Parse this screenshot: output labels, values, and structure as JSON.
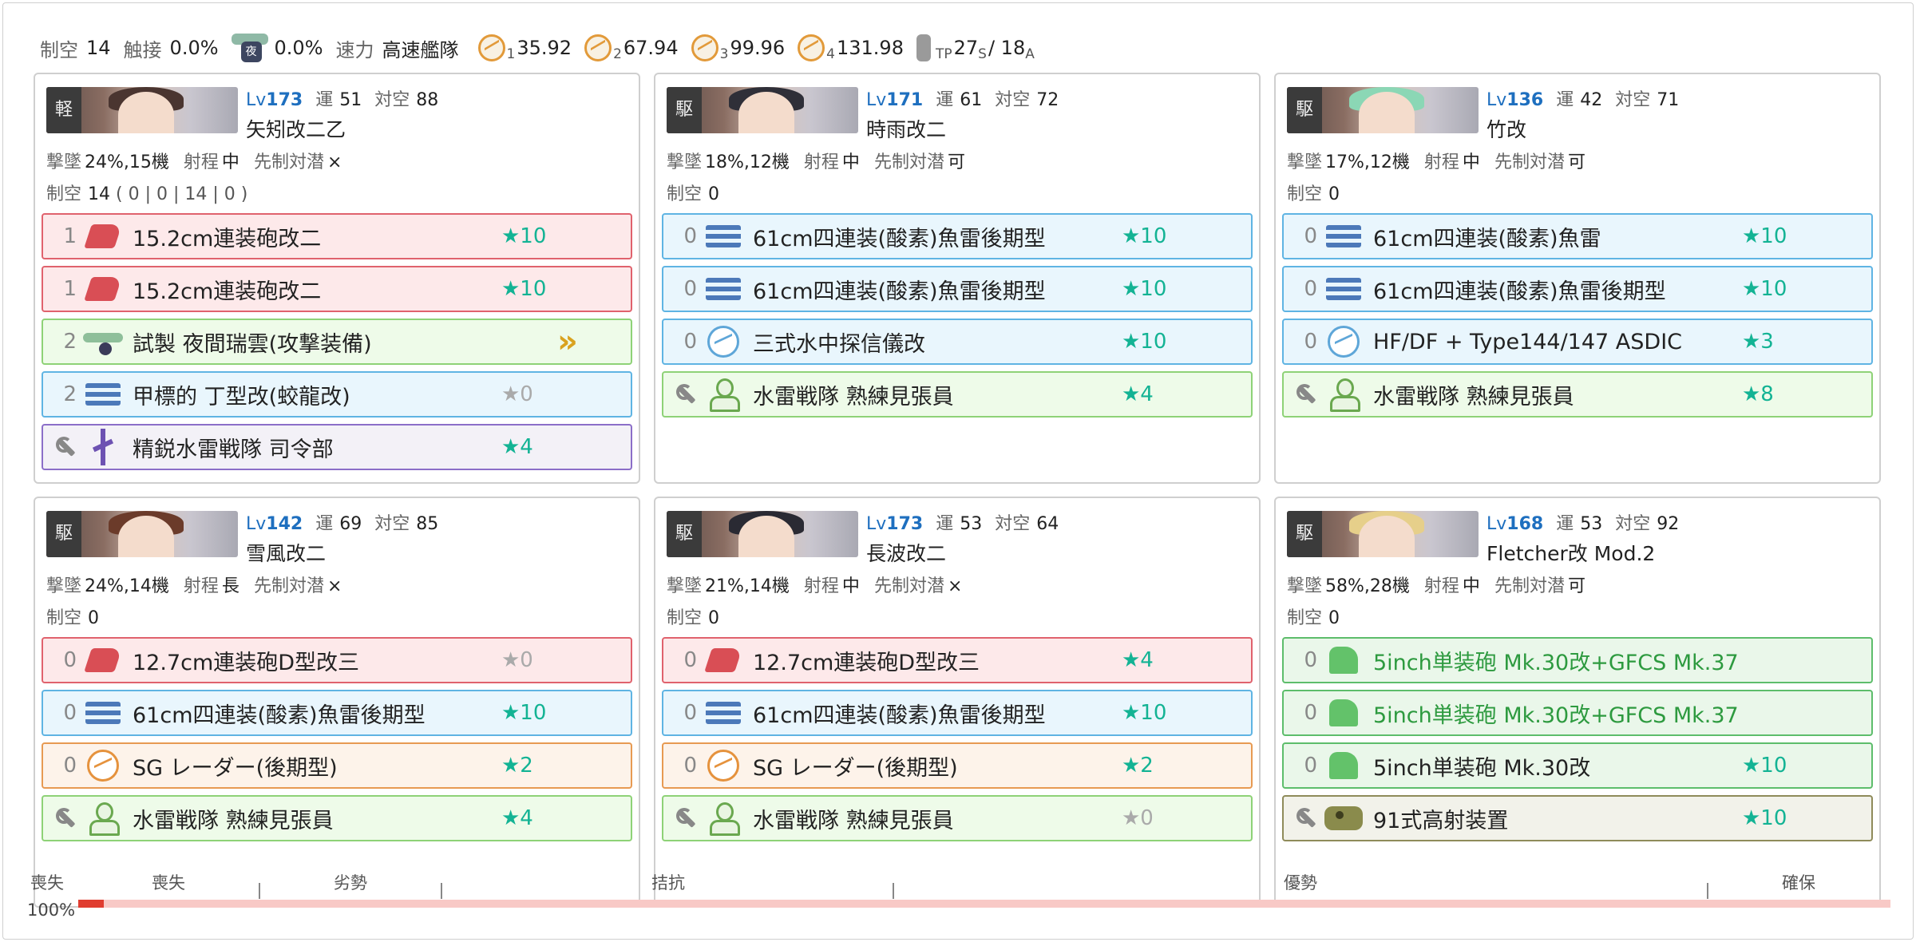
{
  "fleet": {
    "air_label": "制空",
    "air_value": "14",
    "contact_label": "触接",
    "contact_value": "0.0%",
    "recon_icon": "night-recon-plane-icon",
    "recon_value": "0.0%",
    "speed_label": "速力",
    "speed_value": "高速艦隊",
    "los": [
      {
        "sub": "1",
        "value": "35.92"
      },
      {
        "sub": "2",
        "value": "67.94"
      },
      {
        "sub": "3",
        "value": "99.96"
      },
      {
        "sub": "4",
        "value": "131.98"
      }
    ],
    "tp_prefix": "TP",
    "tp_s": "27",
    "tp_s_sub": "S",
    "tp_sep": "/ 18",
    "tp_a_sub": "A"
  },
  "ships": [
    {
      "lv_label": "Lv",
      "lv": "173",
      "luck_label": "運",
      "luck": "51",
      "aa_label": "対空",
      "aa": "88",
      "name": "矢矧改二乙",
      "rim": "軽",
      "shoot_label": "撃墜",
      "shoot": "24%,15機",
      "range_label": "射程",
      "range": "中",
      "asw_label": "先制対潜",
      "asw": "×",
      "air_label": "制空",
      "air": "14",
      "air_detail": "( 0 | 0 | 14 | 0 )",
      "equip": [
        {
          "cnt": "1",
          "icon": "main-gun-red",
          "name": "15.2cm連装砲改二",
          "star": "★10",
          "on": true,
          "color": "red"
        },
        {
          "cnt": "1",
          "icon": "main-gun-red",
          "name": "15.2cm連装砲改二",
          "star": "★10",
          "on": true,
          "color": "red"
        },
        {
          "cnt": "2",
          "icon": "seaplane-bomber",
          "name": "試製 夜間瑞雲(攻撃装備)",
          "star": "",
          "prof": "»",
          "color": "green"
        },
        {
          "cnt": "2",
          "icon": "torpedo",
          "name": "甲標的 丁型改(蛟龍改)",
          "star": "★0",
          "on": false,
          "color": "blue"
        },
        {
          "cnt": "",
          "icon": "fleet-command",
          "name": "精鋭水雷戦隊 司令部",
          "star": "★4",
          "on": true,
          "color": "purple"
        }
      ]
    },
    {
      "lv_label": "Lv",
      "lv": "171",
      "luck_label": "運",
      "luck": "61",
      "aa_label": "対空",
      "aa": "72",
      "name": "時雨改二",
      "rim": "駆",
      "shoot_label": "撃墜",
      "shoot": "18%,12機",
      "range_label": "射程",
      "range": "中",
      "asw_label": "先制対潜",
      "asw": "可",
      "air_label": "制空",
      "air": "0",
      "air_detail": "",
      "equip": [
        {
          "cnt": "0",
          "icon": "torpedo",
          "name": "61cm四連装(酸素)魚雷後期型",
          "star": "★10",
          "on": true,
          "color": "blue"
        },
        {
          "cnt": "0",
          "icon": "torpedo",
          "name": "61cm四連装(酸素)魚雷後期型",
          "star": "★10",
          "on": true,
          "color": "blue"
        },
        {
          "cnt": "0",
          "icon": "sonar",
          "name": "三式水中探信儀改",
          "star": "★10",
          "on": true,
          "color": "blue"
        },
        {
          "cnt": "",
          "icon": "lookout",
          "name": "水雷戦隊 熟練見張員",
          "star": "★4",
          "on": true,
          "color": "green"
        }
      ]
    },
    {
      "lv_label": "Lv",
      "lv": "136",
      "luck_label": "運",
      "luck": "42",
      "aa_label": "対空",
      "aa": "71",
      "name": "竹改",
      "rim": "駆",
      "shoot_label": "撃墜",
      "shoot": "17%,12機",
      "range_label": "射程",
      "range": "中",
      "asw_label": "先制対潜",
      "asw": "可",
      "air_label": "制空",
      "air": "0",
      "air_detail": "",
      "equip": [
        {
          "cnt": "0",
          "icon": "torpedo",
          "name": "61cm四連装(酸素)魚雷",
          "star": "★10",
          "on": true,
          "color": "blue"
        },
        {
          "cnt": "0",
          "icon": "torpedo",
          "name": "61cm四連装(酸素)魚雷後期型",
          "star": "★10",
          "on": true,
          "color": "blue"
        },
        {
          "cnt": "0",
          "icon": "sonar",
          "name": "HF/DF + Type144/147 ASDIC",
          "star": "★3",
          "on": true,
          "color": "blue"
        },
        {
          "cnt": "",
          "icon": "lookout",
          "name": "水雷戦隊 熟練見張員",
          "star": "★8",
          "on": true,
          "color": "green"
        }
      ]
    },
    {
      "lv_label": "Lv",
      "lv": "142",
      "luck_label": "運",
      "luck": "69",
      "aa_label": "対空",
      "aa": "85",
      "name": "雪風改二",
      "rim": "駆",
      "shoot_label": "撃墜",
      "shoot": "24%,14機",
      "range_label": "射程",
      "range": "長",
      "asw_label": "先制対潜",
      "asw": "×",
      "air_label": "制空",
      "air": "0",
      "air_detail": "",
      "equip": [
        {
          "cnt": "0",
          "icon": "main-gun-red",
          "name": "12.7cm連装砲D型改三",
          "star": "★0",
          "on": false,
          "color": "red"
        },
        {
          "cnt": "0",
          "icon": "torpedo",
          "name": "61cm四連装(酸素)魚雷後期型",
          "star": "★10",
          "on": true,
          "color": "blue"
        },
        {
          "cnt": "0",
          "icon": "radar",
          "name": "SG レーダー(後期型)",
          "star": "★2",
          "on": true,
          "color": "orange"
        },
        {
          "cnt": "",
          "icon": "lookout",
          "name": "水雷戦隊 熟練見張員",
          "star": "★4",
          "on": true,
          "color": "green"
        }
      ]
    },
    {
      "lv_label": "Lv",
      "lv": "173",
      "luck_label": "運",
      "luck": "53",
      "aa_label": "対空",
      "aa": "64",
      "name": "長波改二",
      "rim": "駆",
      "shoot_label": "撃墜",
      "shoot": "21%,14機",
      "range_label": "射程",
      "range": "中",
      "asw_label": "先制対潜",
      "asw": "×",
      "air_label": "制空",
      "air": "0",
      "air_detail": "",
      "equip": [
        {
          "cnt": "0",
          "icon": "main-gun-red",
          "name": "12.7cm連装砲D型改三",
          "star": "★4",
          "on": true,
          "color": "red"
        },
        {
          "cnt": "0",
          "icon": "torpedo",
          "name": "61cm四連装(酸素)魚雷後期型",
          "star": "★10",
          "on": true,
          "color": "blue"
        },
        {
          "cnt": "0",
          "icon": "radar",
          "name": "SG レーダー(後期型)",
          "star": "★2",
          "on": true,
          "color": "orange"
        },
        {
          "cnt": "",
          "icon": "lookout",
          "name": "水雷戦隊 熟練見張員",
          "star": "★0",
          "on": false,
          "color": "green"
        }
      ]
    },
    {
      "lv_label": "Lv",
      "lv": "168",
      "luck_label": "運",
      "luck": "53",
      "aa_label": "対空",
      "aa": "92",
      "name": "Fletcher改 Mod.2",
      "rim": "駆",
      "shoot_label": "撃墜",
      "shoot": "58%,28機",
      "range_label": "射程",
      "range": "中",
      "asw_label": "先制対潜",
      "asw": "可",
      "air_label": "制空",
      "air": "0",
      "air_detail": "",
      "equip": [
        {
          "cnt": "0",
          "icon": "main-gun-green",
          "name": "5inch単装砲 Mk.30改+GFCS Mk.37",
          "star": "",
          "on": true,
          "color": "gfcs",
          "gtext": true
        },
        {
          "cnt": "0",
          "icon": "main-gun-green",
          "name": "5inch単装砲 Mk.30改+GFCS Mk.37",
          "star": "",
          "on": true,
          "color": "gfcs",
          "gtext": true
        },
        {
          "cnt": "0",
          "icon": "main-gun-green",
          "name": "5inch単装砲 Mk.30改",
          "star": "★10",
          "on": true,
          "color": "gfcs"
        },
        {
          "cnt": "",
          "icon": "aa-fire-director",
          "name": "91式高射装置",
          "star": "★10",
          "on": true,
          "color": "olive"
        }
      ]
    }
  ],
  "air_state": {
    "left_label": "喪失",
    "pct": "100%",
    "labels": [
      "喪失",
      "劣勢",
      "拮抗",
      "優勢",
      "確保"
    ],
    "fill_fraction": 0.014
  },
  "colors": {
    "accent": "#1e6fbf",
    "star_on": "#13b394",
    "star_off": "#aaaaaa"
  }
}
